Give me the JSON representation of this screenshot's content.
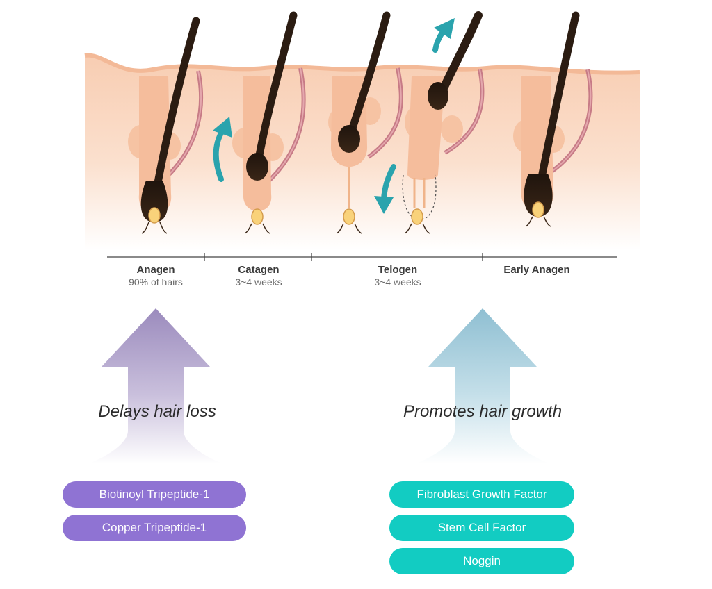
{
  "stages": [
    {
      "name": "Anagen",
      "sub": "90% of hairs"
    },
    {
      "name": "Catagen",
      "sub": "3~4 weeks"
    },
    {
      "name": "Telogen",
      "sub": "3~4 weeks"
    },
    {
      "name": "Early Anagen",
      "sub": ""
    }
  ],
  "effects": {
    "left": {
      "label": "Delays hair loss",
      "color": "#9b8bbd"
    },
    "right": {
      "label": "Promotes hair growth",
      "color": "#8fbfd2"
    }
  },
  "ingredients": {
    "left": [
      "Biotinoyl Tripeptide-1",
      "Copper Tripeptide-1"
    ],
    "right": [
      "Fibroblast Growth Factor",
      "Stem Cell Factor",
      "Noggin"
    ]
  },
  "colors": {
    "skin": "#f8cdb2",
    "hair": "#2b1c12",
    "muscle": "#c77b86",
    "movement_arrow": "#2aa3ad",
    "pill_purple": "#8f73d3",
    "pill_teal": "#12ccc2"
  }
}
